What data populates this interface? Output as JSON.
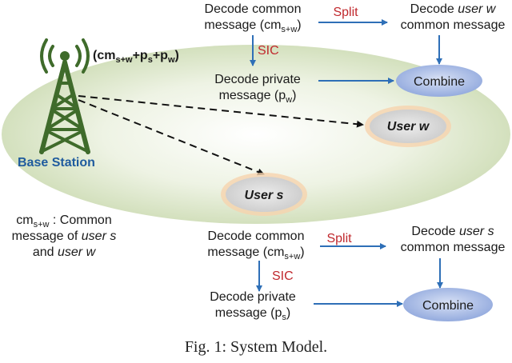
{
  "base_station": {
    "label": "Base Station",
    "signal_parts": [
      "cm",
      "s+w",
      "+p",
      "s",
      "+p",
      "w"
    ]
  },
  "user_w": {
    "label": "User w",
    "decode_common": {
      "line1": "Decode common",
      "line2_pre": "message (cm",
      "sub": "s+w",
      "line2_post": ")"
    },
    "split": "Split",
    "decode_user_common": {
      "line1_pre": "Decode ",
      "line1_em": "user w",
      "line2": "common message"
    },
    "sic": "SIC",
    "decode_private": {
      "line1": "Decode private",
      "line2_pre": "message (p",
      "sub": "w",
      "line2_post": ")"
    },
    "combine": "Combine"
  },
  "user_s": {
    "label": "User s",
    "decode_common": {
      "line1": "Decode common",
      "line2_pre": "message (cm",
      "sub": "s+w",
      "line2_post": ")"
    },
    "split": "Split",
    "decode_user_common": {
      "line1_pre": "Decode ",
      "line1_em": "user s",
      "line2": "common message"
    },
    "sic": "SIC",
    "decode_private": {
      "line1": "Decode private",
      "line2_pre": "message (p",
      "sub": "s",
      "line2_post": ")"
    },
    "combine": "Combine"
  },
  "legend": {
    "term": "cm",
    "term_sub": "s+w",
    "text1": " : Common",
    "text2_pre": "message of ",
    "text2_em": "user s",
    "text3_pre": "and ",
    "text3_em": "user w"
  },
  "caption": "Fig. 1: System Model.",
  "colors": {
    "arrow_blue": "#2e6fb7",
    "label_red": "#c0282d",
    "tower_green": "#3f6b2b",
    "base_station_blue": "#1f5b9e",
    "ellipse_fill": "#dfe8cf",
    "combine_fill": "#aebfe6",
    "user_fill": "#d9d9d9",
    "user_glow": "#f0a256"
  }
}
